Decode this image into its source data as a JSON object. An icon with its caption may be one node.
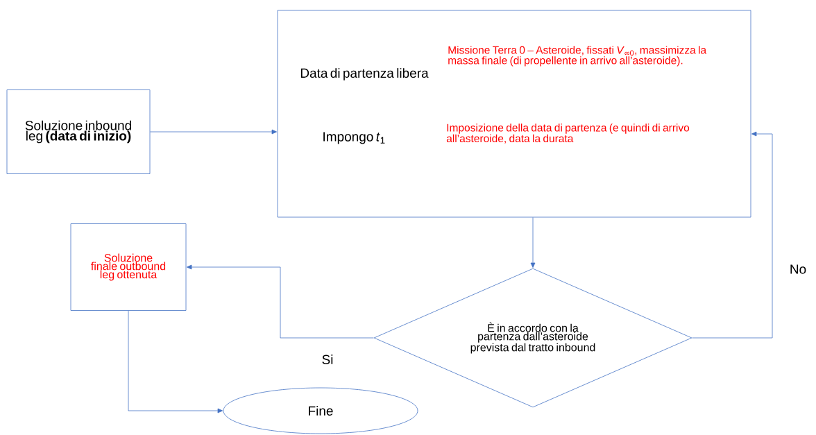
{
  "diagram": {
    "nodes": [
      {
        "text": [
          "Soluzione inbound leg **(data di inizio)**"
        ]
      },
      {
        "text": [
          "Data di partenza libera",
          "Missione Terra 0 – Asteroide, fissati *V*$_{∞0}$, massimizza la massa finale (di propellente in arrivo all’asteroide).",
          "Impongo *t*$_{1}$",
          "Imposizione della data di partenza (e quindi di arrivo all’asteroide, data la durata"
        ]
      },
      {
        "text": [
          "È in accordo con la partenza dall’asteroide prevista dal tratto inbound"
        ]
      },
      {
        "text": [
          "Soluzione finale outbound leg ottenuta"
        ]
      },
      {
        "text": [
          "Fine"
        ]
      }
    ],
    "edges": [
      {
        "from": 0,
        "to": 1,
        "arrow": "to"
      },
      {
        "from": 1,
        "to": 2,
        "arrow": "to"
      },
      {
        "from": 2,
        "to": 3,
        "arrow": "to",
        "label": "Si"
      },
      {
        "from": 3,
        "to": 4,
        "arrow": "to"
      },
      {
        "from": 2,
        "to": 1,
        "arrow": "to",
        "label": "No"
      }
    ]
  }
}
